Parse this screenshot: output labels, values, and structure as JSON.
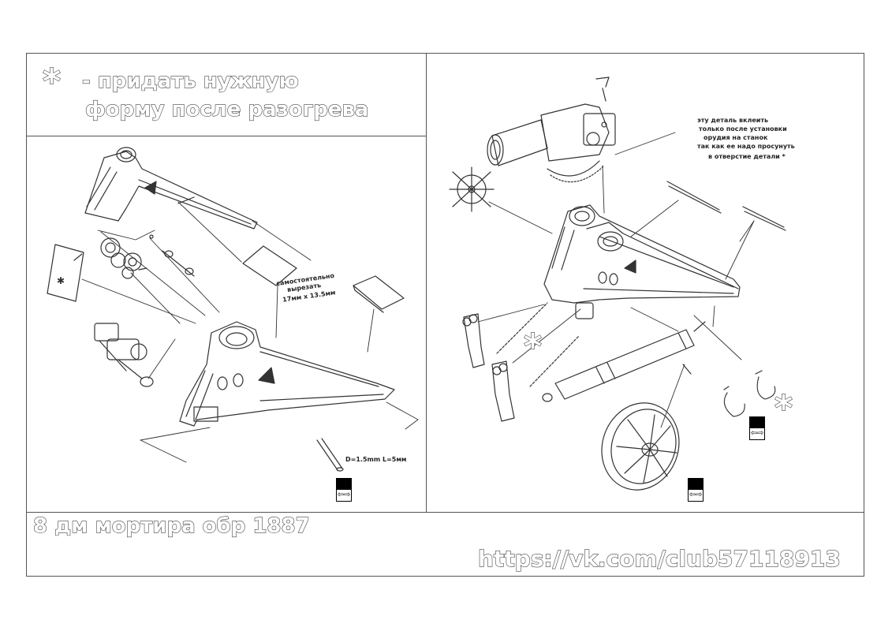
{
  "legend": {
    "asterisk": "*",
    "line1": "- придать нужную",
    "line2": "форму после разогрева"
  },
  "left_panel": {
    "cut_note_line1": "самостоятельно",
    "cut_note_line2": "вырезать",
    "cut_note_line3": "17мм х 13.5мм",
    "rod_note": "D=1.5mm L=5мм"
  },
  "right_panel": {
    "glue_note_line1": "эту деталь вклеить",
    "glue_note_line2": "только после установки",
    "glue_note_line3": "орудия на станок",
    "glue_note_line4": "так как ее надо просунуть",
    "glue_note_line5": "в отверстие детали *",
    "asterisk_a": "*",
    "asterisk_b": "*"
  },
  "footer": {
    "title": "8 дм мортира обр 1887",
    "url": "https://vk.com/club57118913"
  },
  "colors": {
    "line": "#333333",
    "frame": "#555555"
  }
}
